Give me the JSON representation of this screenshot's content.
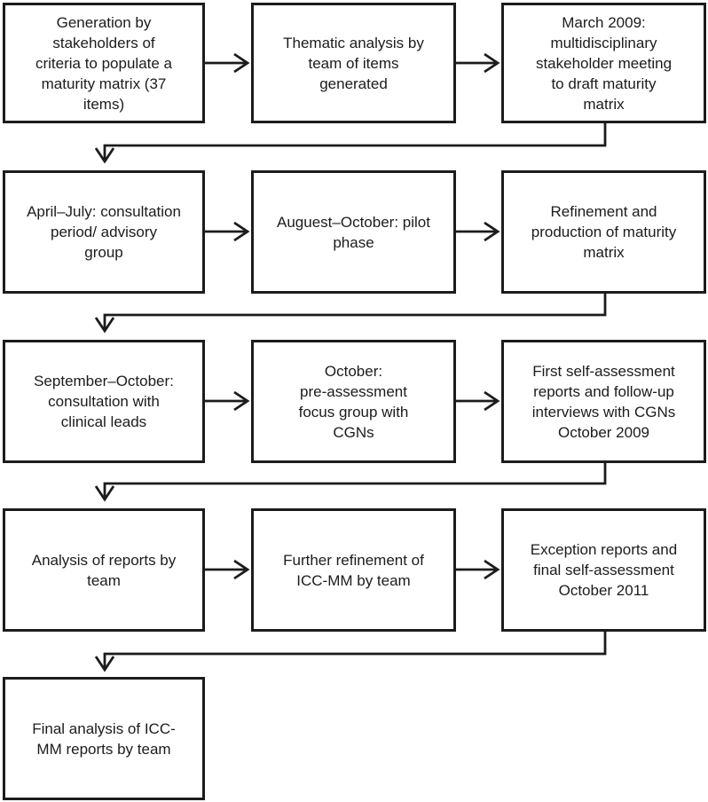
{
  "page": {
    "background": "#ffffff"
  },
  "colors": {
    "ink": "#1c1c1c",
    "box_background": "#ffffff"
  },
  "flowchart": {
    "rows": [
      {
        "cells": [
          "Generation  by\nstakeholders of\ncriteria to populate a\nmaturity matrix (37\nitems)",
          "Thematic analysis by\nteam of items\ngenerated",
          "March 2009:\nmultidisciplinary\nstakeholder meeting\nto draft maturity\nmatrix"
        ]
      },
      {
        "cells": [
          "April–July: consultation\nperiod/ advisory\ngroup",
          "Auguest–October: pilot\nphase",
          "Refinement and\nproduction of maturity\nmatrix"
        ]
      },
      {
        "cells": [
          "September–October:\nconsultation with\nclinical leads",
          "October:\npre-assessment\nfocus group with\nCGNs",
          "First self-assessment\nreports and follow-up\ninterviews with CGNs\nOctober 2009"
        ]
      },
      {
        "cells": [
          "Analysis of reports by\nteam",
          "Further refinement of\nICC-MM by team",
          "Exception reports and\nfinal self-assessment\nOctober 2011"
        ]
      },
      {
        "cells": [
          "Final analysis of ICC-\nMM reports by team"
        ]
      }
    ],
    "connections": [
      {
        "from": "criteria-generation",
        "to": "thematic-analysis",
        "type": "arrow-right"
      },
      {
        "from": "thematic-analysis",
        "to": "stakeholder-meeting",
        "type": "arrow-right"
      },
      {
        "from": "stakeholder-meeting",
        "to": "consultation-period",
        "type": "elbow-down"
      },
      {
        "from": "consultation-period",
        "to": "pilot-phase",
        "type": "arrow-right"
      },
      {
        "from": "pilot-phase",
        "to": "matrix-refinement",
        "type": "arrow-right"
      },
      {
        "from": "matrix-refinement",
        "to": "clinical-leads-consultation",
        "type": "elbow-down"
      },
      {
        "from": "clinical-leads-consultation",
        "to": "focus-group",
        "type": "arrow-right"
      },
      {
        "from": "focus-group",
        "to": "first-self-assessment",
        "type": "arrow-right"
      },
      {
        "from": "first-self-assessment",
        "to": "report-analysis",
        "type": "elbow-down"
      },
      {
        "from": "report-analysis",
        "to": "further-refinement",
        "type": "arrow-right"
      },
      {
        "from": "further-refinement",
        "to": "exception-reports",
        "type": "arrow-right"
      },
      {
        "from": "exception-reports",
        "to": "final-analysis",
        "type": "elbow-down"
      }
    ]
  }
}
